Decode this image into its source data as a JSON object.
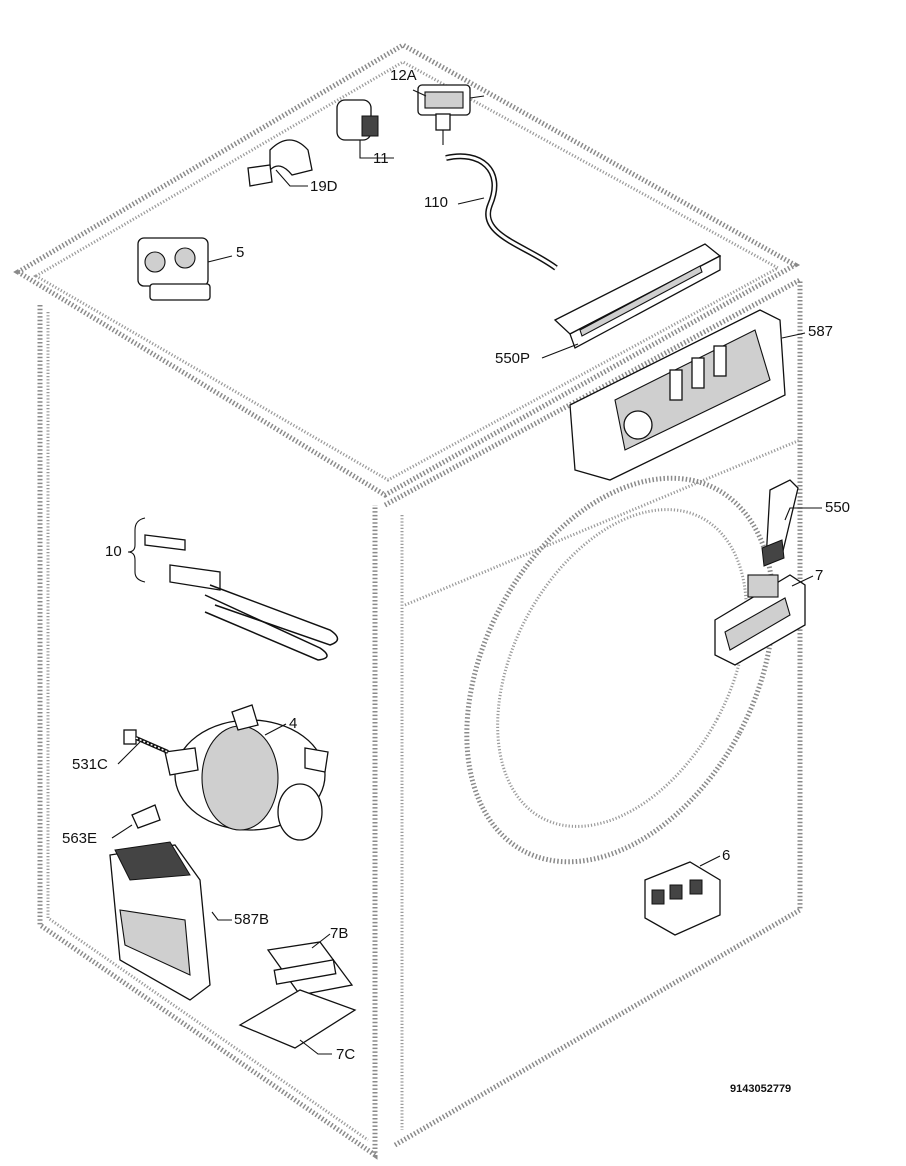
{
  "document_code": "9143052779",
  "parts": [
    {
      "id": "p12A",
      "label": "12A"
    },
    {
      "id": "p11",
      "label": "11"
    },
    {
      "id": "p19D",
      "label": "19D"
    },
    {
      "id": "p110",
      "label": "110"
    },
    {
      "id": "p5",
      "label": "5"
    },
    {
      "id": "p587",
      "label": "587"
    },
    {
      "id": "p550P",
      "label": "550P"
    },
    {
      "id": "p550",
      "label": "550"
    },
    {
      "id": "p7",
      "label": "7"
    },
    {
      "id": "p10",
      "label": "10"
    },
    {
      "id": "p4",
      "label": "4"
    },
    {
      "id": "p531C",
      "label": "531C"
    },
    {
      "id": "p563E",
      "label": "563E"
    },
    {
      "id": "p587B",
      "label": "587B"
    },
    {
      "id": "p7B",
      "label": "7B"
    },
    {
      "id": "p7C",
      "label": "7C"
    },
    {
      "id": "p6",
      "label": "6"
    }
  ]
}
